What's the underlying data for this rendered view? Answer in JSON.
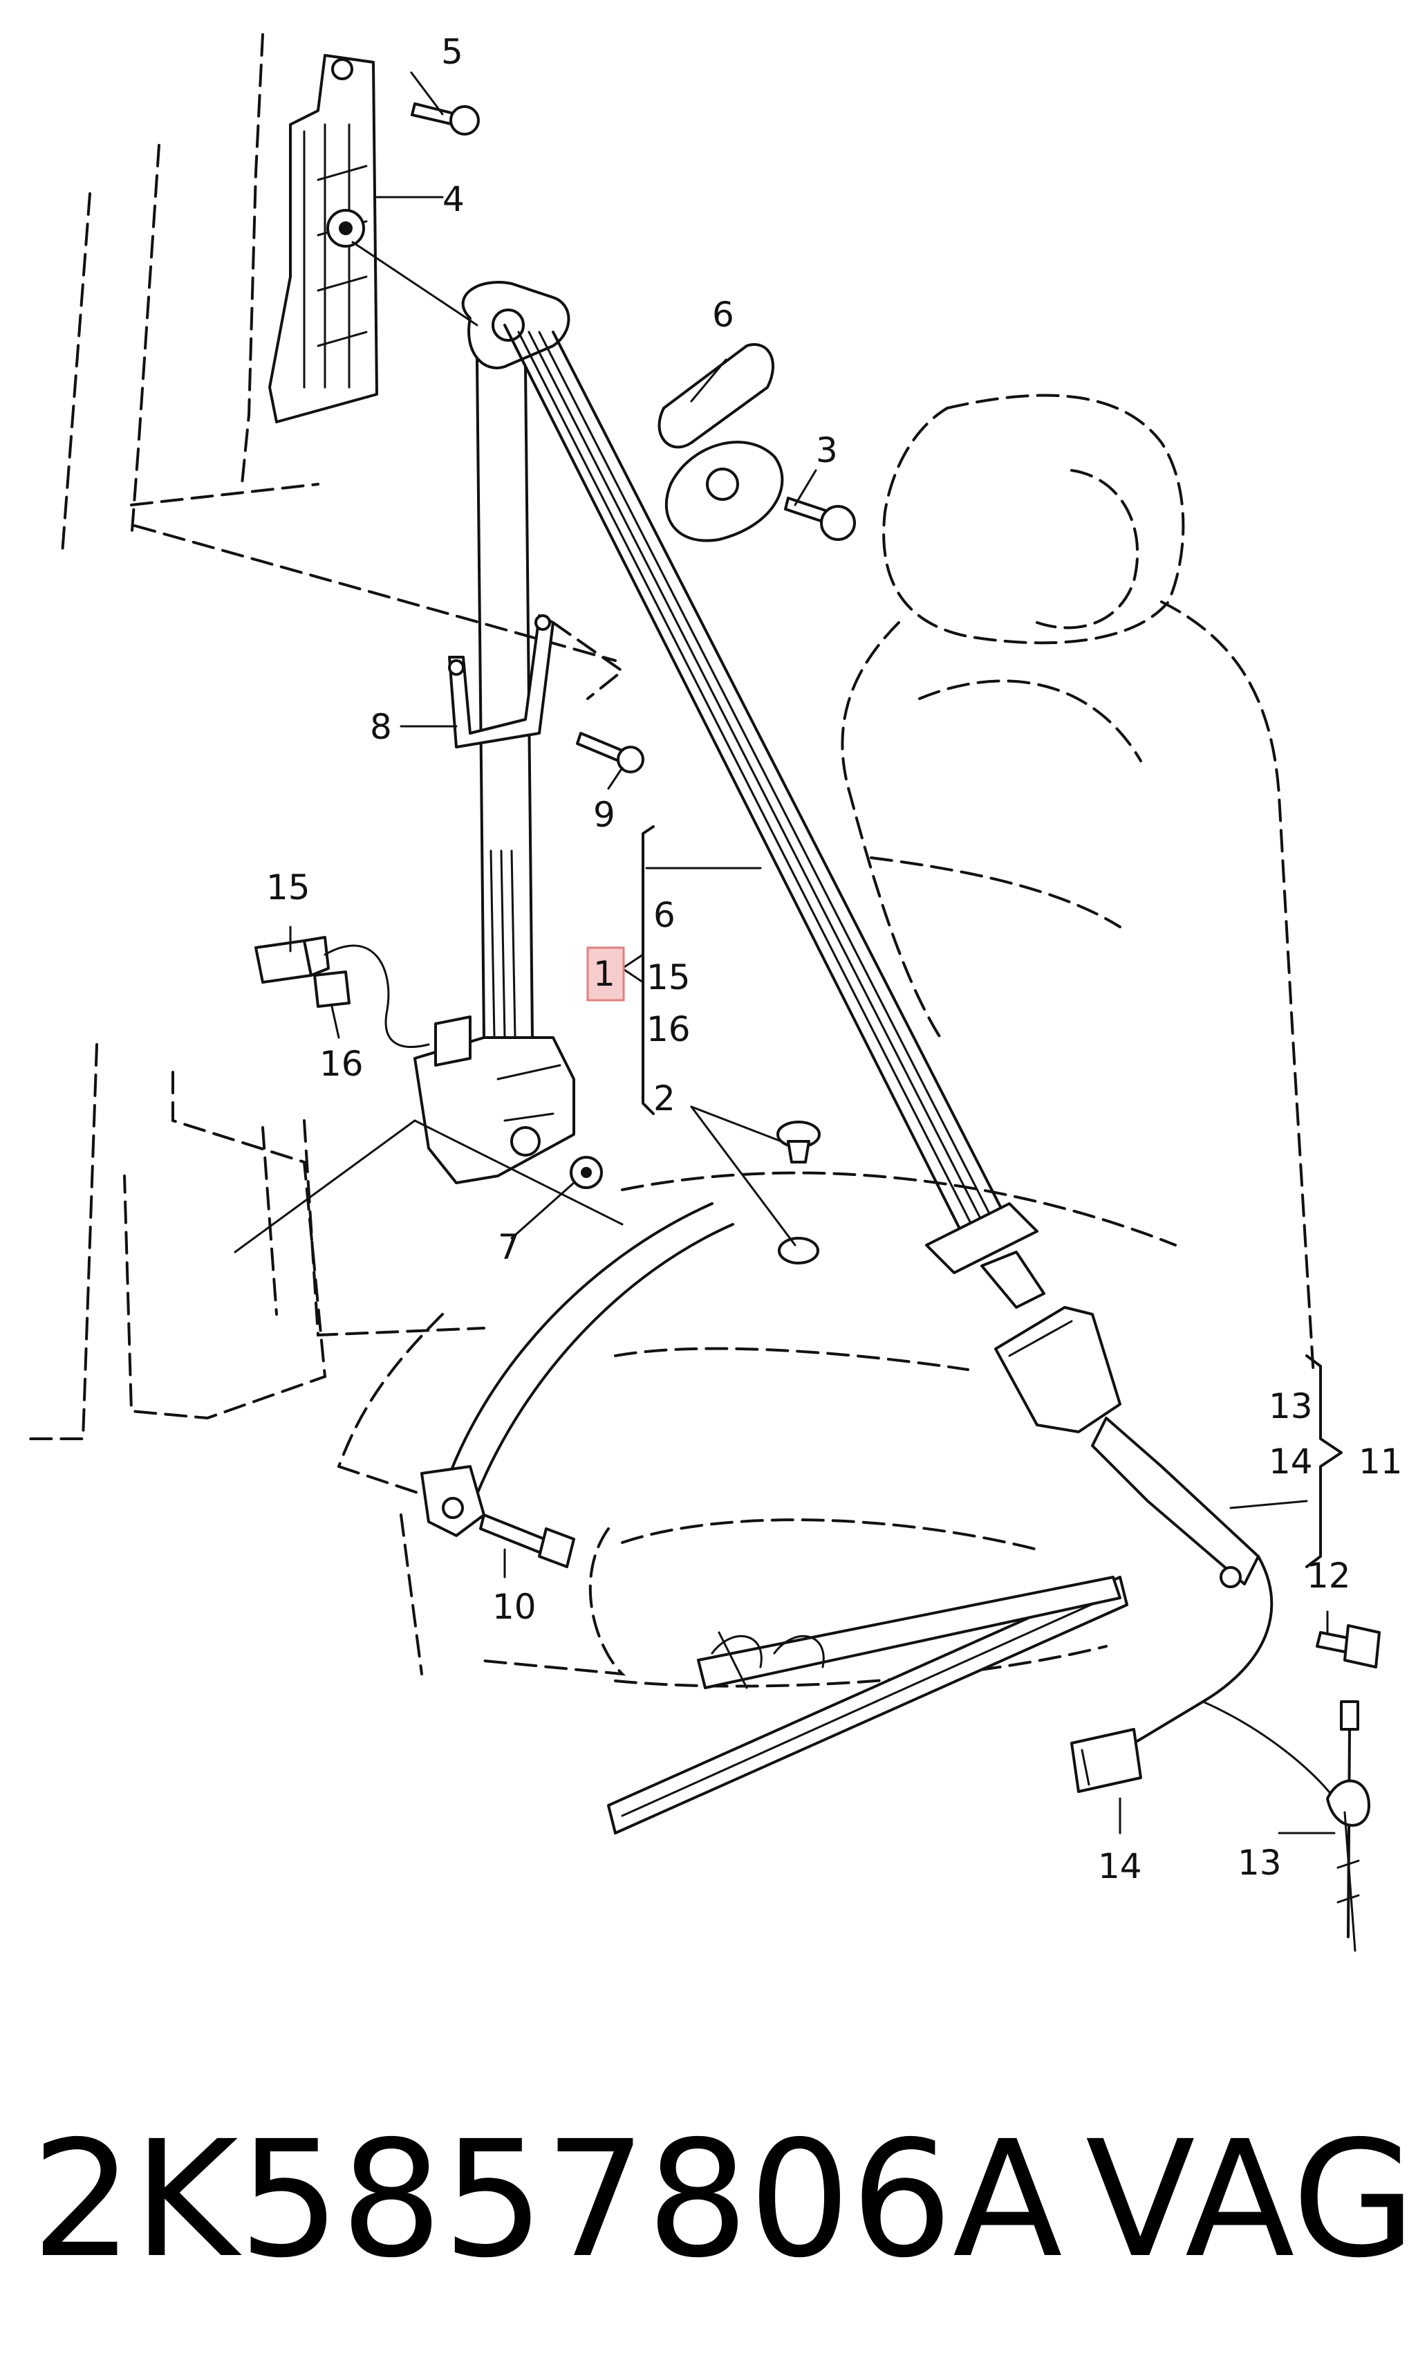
{
  "diagram": {
    "callouts": {
      "c1": "1",
      "c2": "2",
      "c3": "3",
      "c4": "4",
      "c5": "5",
      "c6_top": "6",
      "c6_group": "6",
      "c7": "7",
      "c8": "8",
      "c9": "9",
      "c10": "10",
      "c11": "11",
      "c12": "12",
      "c13_group": "13",
      "c13_bottom": "13",
      "c14_group": "14",
      "c14_bottom": "14",
      "c15_top": "15",
      "c15_group": "15",
      "c16_left": "16",
      "c16_group": "16"
    },
    "highlight_color": "#f7cccc"
  },
  "caption": {
    "part_number": "2K5857806A",
    "brand": "VAG"
  }
}
